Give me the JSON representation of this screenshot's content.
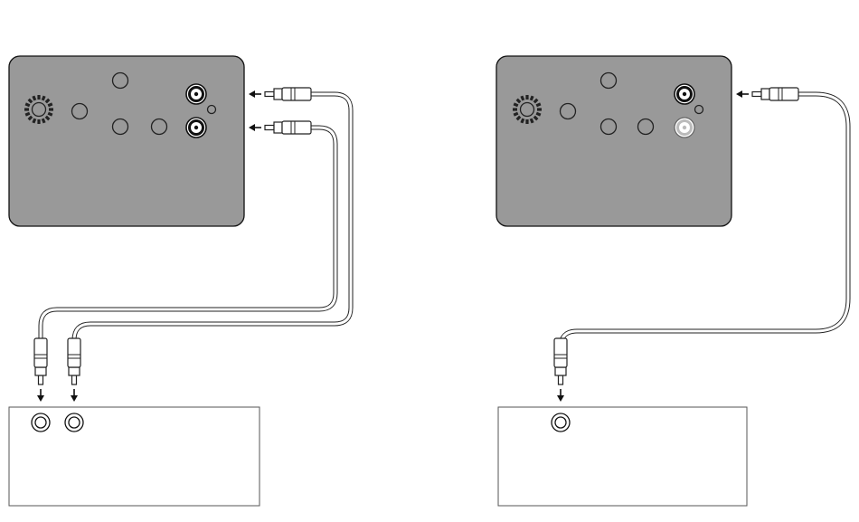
{
  "colors": {
    "panel_fill": "#999999",
    "outline": "#111111",
    "box_outline": "#555555",
    "background": "#ffffff",
    "inactive_jack": "#dddddd"
  },
  "diagrams": [
    {
      "name": "stereo-connection",
      "source_jacks": 2,
      "cables": 2,
      "destination_jacks": 2
    },
    {
      "name": "mono-connection",
      "source_jacks": 1,
      "cables": 1,
      "destination_jacks": 1,
      "unused_source_jack": "lower"
    }
  ],
  "icons": [
    "light-sensor-icon",
    "knob-icon",
    "rca-jack-icon",
    "rca-plug-icon",
    "arrow-icon",
    "led-icon"
  ]
}
